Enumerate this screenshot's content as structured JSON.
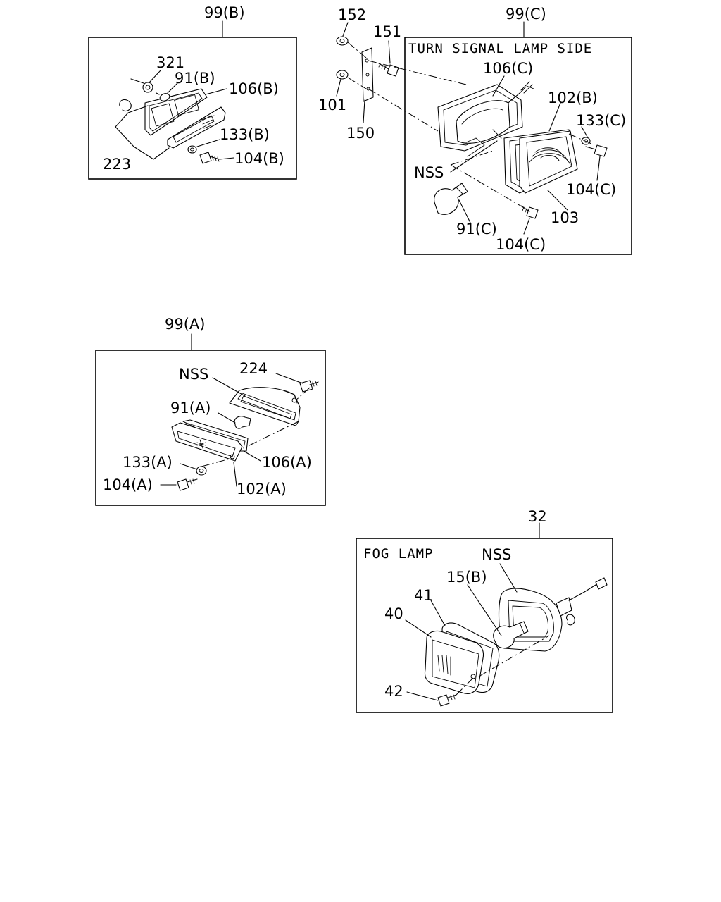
{
  "groups": {
    "b": {
      "label": "99(B)"
    },
    "c": {
      "label": "99(C)",
      "title": "TURN SIGNAL LAMP SIDE"
    },
    "a": {
      "label": "99(A)"
    },
    "fog": {
      "label": "32",
      "title": "FOG LAMP"
    }
  },
  "parts_b": {
    "p321": "321",
    "p91b": "91(B)",
    "p106b": "106(B)",
    "p133b": "133(B)",
    "p223": "223",
    "p104b": "104(B)"
  },
  "parts_bracket": {
    "p152": "152",
    "p151": "151",
    "p101": "101",
    "p150": "150"
  },
  "parts_c": {
    "p106c": "106(C)",
    "p102b": "102(B)",
    "p133c": "133(C)",
    "pnss": "NSS",
    "p104c_right": "104(C)",
    "p103": "103",
    "p91c": "91(C)",
    "p104c_bottom": "104(C)"
  },
  "parts_a": {
    "pnss": "NSS",
    "p224": "224",
    "p91a": "91(A)",
    "p133a": "133(A)",
    "p106a": "106(A)",
    "p104a": "104(A)",
    "p102a": "102(A)"
  },
  "parts_fog": {
    "pnss": "NSS",
    "p15b": "15(B)",
    "p41": "41",
    "p40": "40",
    "p42": "42"
  }
}
